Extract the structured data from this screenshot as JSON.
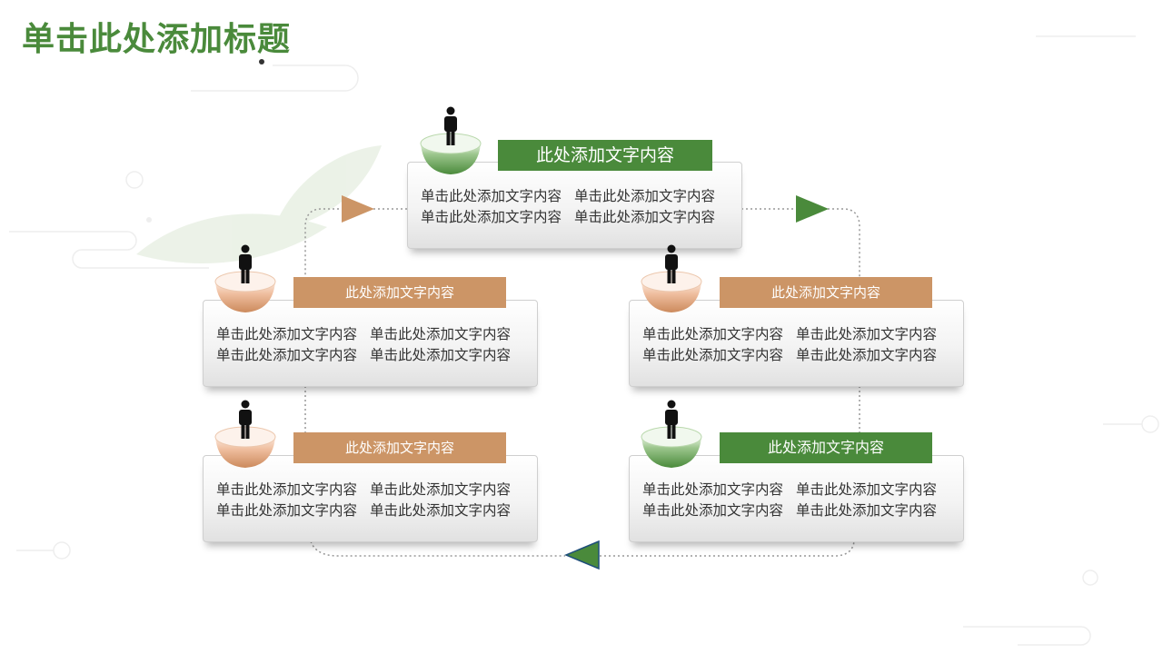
{
  "title": "单击此处添加标题",
  "colors": {
    "green": "#4a8a3b",
    "tan": "#cc9566",
    "text": "#333333"
  },
  "nodes": [
    {
      "heading": "此处添加文字内容",
      "color": "green",
      "lines": [
        "单击此处添加文字内容",
        "单击此处添加文字内容",
        "单击此处添加文字内容",
        "单击此处添加文字内容"
      ]
    },
    {
      "heading": "此处添加文字内容",
      "color": "tan",
      "lines": [
        "单击此处添加文字内容",
        "单击此处添加文字内容",
        "单击此处添加文字内容",
        "单击此处添加文字内容"
      ]
    },
    {
      "heading": "此处添加文字内容",
      "color": "tan",
      "lines": [
        "单击此处添加文字内容",
        "单击此处添加文字内容",
        "单击此处添加文字内容",
        "单击此处添加文字内容"
      ]
    },
    {
      "heading": "此处添加文字内容",
      "color": "tan",
      "lines": [
        "单击此处添加文字内容",
        "单击此处添加文字内容",
        "单击此处添加文字内容",
        "单击此处添加文字内容"
      ]
    },
    {
      "heading": "此处添加文字内容",
      "color": "green",
      "lines": [
        "单击此处添加文字内容",
        "单击此处添加文字内容",
        "单击此处添加文字内容",
        "单击此处添加文字内容"
      ]
    }
  ],
  "icons": [
    "person-icon",
    "bowl-icon",
    "arrow-right-icon",
    "arrow-left-icon"
  ]
}
